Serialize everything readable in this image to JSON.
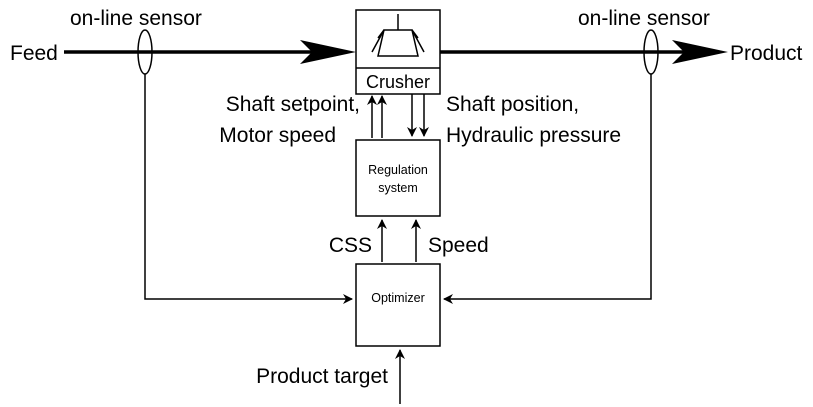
{
  "colors": {
    "stroke": "#000000",
    "background": "#ffffff"
  },
  "labels": {
    "feed": "Feed",
    "product": "Product",
    "sensor_left": "on-line sensor",
    "sensor_right": "on-line sensor",
    "crusher": "Crusher",
    "regulation_line1": "Regulation",
    "regulation_line2": "system",
    "optimizer": "Optimizer",
    "shaft_setpoint": "Shaft setpoint,",
    "motor_speed": "Motor speed",
    "shaft_position": "Shaft position,",
    "hydraulic_pressure": "Hydraulic pressure",
    "css": "CSS",
    "speed": "Speed",
    "product_target": "Product target"
  },
  "icons": {
    "crusher": "crusher-cone-icon"
  }
}
